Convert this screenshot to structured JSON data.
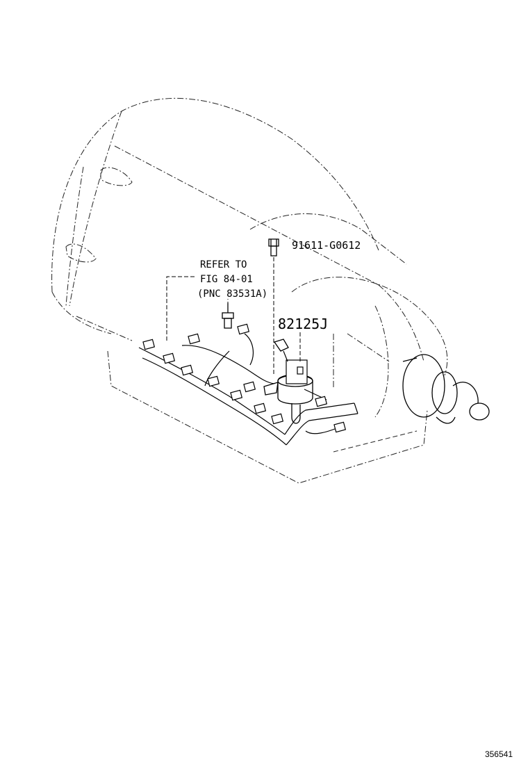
{
  "labels": {
    "bolt_part": "91611-G0612",
    "refer_line1": "REFER TO",
    "refer_line2": "FIG 84-01",
    "refer_line3": "(PNC 83531A)",
    "harness_part": "82125J"
  },
  "footer": {
    "image_number": "356541"
  }
}
